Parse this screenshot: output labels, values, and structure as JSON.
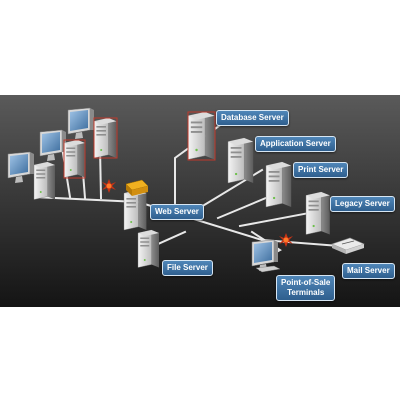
{
  "labels": {
    "database_server": "Database Server",
    "application_server": "Application Server",
    "print_server": "Print Server",
    "legacy_server": "Legacy Server",
    "web_server": "Web Server",
    "file_server": "File Server",
    "mail_server": "Mail Server",
    "pos_line1": "Point-of-Sale",
    "pos_line2": "Terminals"
  },
  "colors": {
    "background_top": "#5a5a5a",
    "background_bottom": "#141414",
    "network_line": "#e8e8e8",
    "label_fill": "#3d6f9f",
    "highlight_outline": "#c0392b",
    "firewall": "#c83214",
    "lock": "#f0b020"
  },
  "icons": [
    "desktop-computer-icon",
    "server-tower-icon",
    "firewall-burst-icon",
    "lock-icon",
    "mail-tray-icon"
  ]
}
